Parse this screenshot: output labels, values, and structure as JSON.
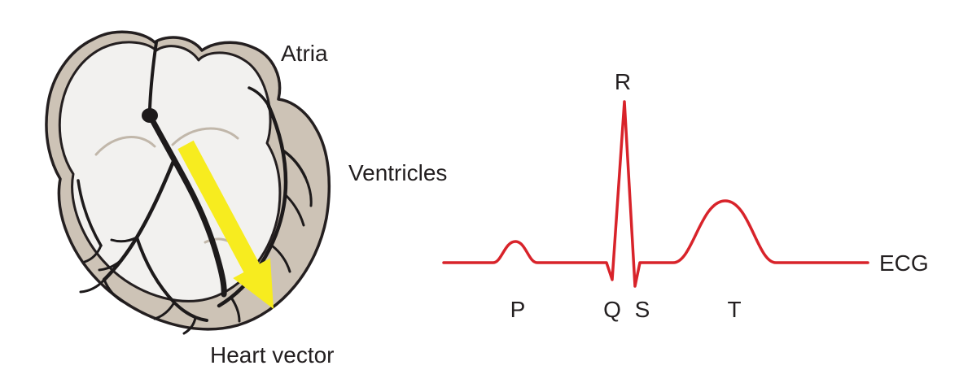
{
  "diagram": {
    "heart": {
      "atria_label": "Atria",
      "ventricles_label": "Ventricles",
      "heart_vector_label": "Heart vector"
    },
    "ecg": {
      "p_label": "P",
      "q_label": "Q",
      "r_label": "R",
      "s_label": "S",
      "t_label": "T",
      "trace_label": "ECG"
    },
    "colors": {
      "trace_red": "#d8232a",
      "heart_wall_tan": "#cdc3b6",
      "outline_black": "#231f20",
      "chamber_light": "#f2f1ef",
      "vector_yellow": "#f7ec1f",
      "background": "#ffffff"
    },
    "icons": {
      "heart_vector_arrow": "down-right-arrow"
    }
  }
}
